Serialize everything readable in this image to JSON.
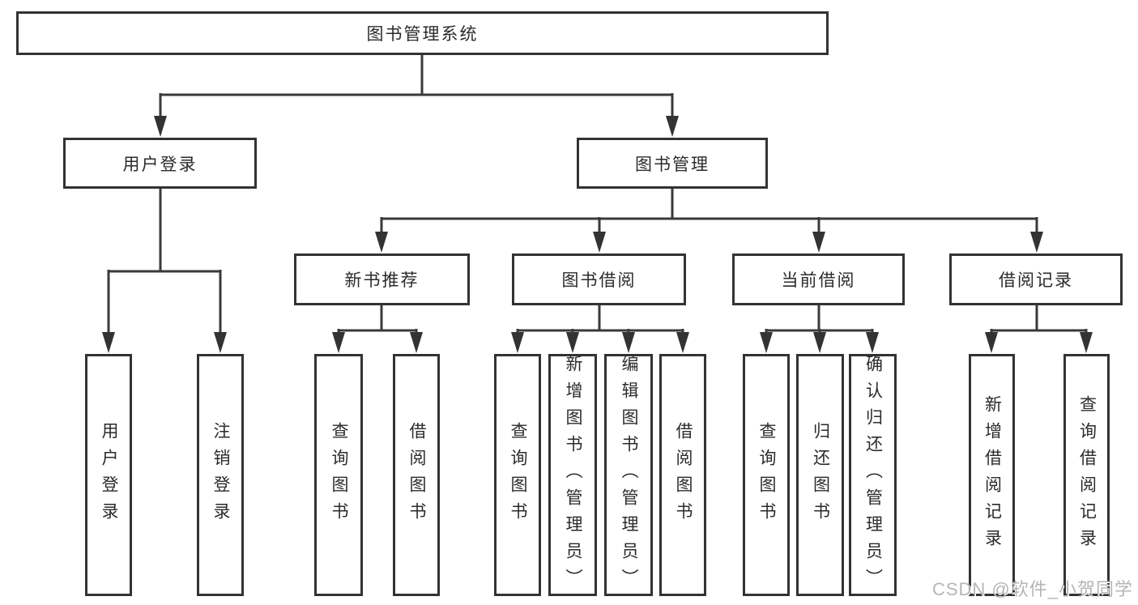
{
  "tree": {
    "root": "图书管理系统",
    "user_login": {
      "label": "用户登录",
      "children": [
        "用户登录",
        "注销登录"
      ]
    },
    "book_management": {
      "label": "图书管理",
      "children": [
        {
          "label": "新书推荐",
          "children": [
            "查询图书",
            "借阅图书"
          ]
        },
        {
          "label": "图书借阅",
          "children": [
            "查询图书",
            "新增图书（管理员）",
            "编辑图书（管理员）",
            "借阅图书"
          ]
        },
        {
          "label": "当前借阅",
          "children": [
            "查询图书",
            "归还图书",
            "确认归还（管理员）"
          ]
        },
        {
          "label": "借阅记录",
          "children": [
            "新增借阅记录",
            "查询借阅记录"
          ]
        }
      ]
    }
  },
  "watermark": "CSDN @软件_小贺同学",
  "colors": {
    "line": "#3a3a3a",
    "box_border": "#333333",
    "text": "#2b2b2b",
    "background": "#ffffff",
    "watermark": "#b5b5b5"
  }
}
